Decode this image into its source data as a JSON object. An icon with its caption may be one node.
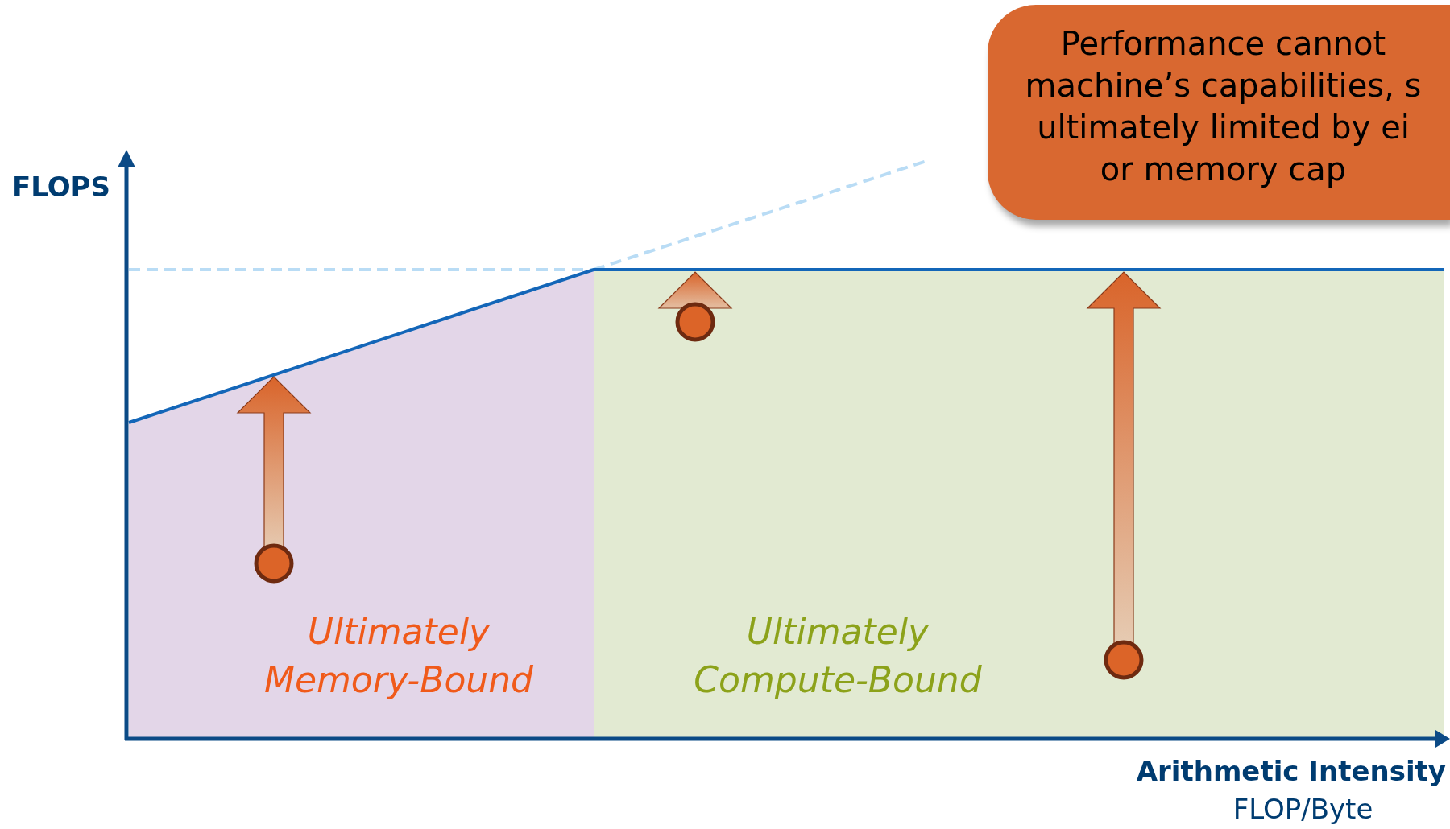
{
  "diagram": {
    "nodes": [
      {
        "text": [
          "Performance cannot machine’s capabilities, s ultimately limited by ei or memory cap"
        ]
      },
      {
        "text": [
          "Ultimately Memory-Bound"
        ]
      },
      {
        "text": [
          "Ultimately Compute-Bound"
        ]
      }
    ],
    "labels": [
      "FLOPS",
      "Arithmetic Intensity",
      "FLOP/Byte"
    ]
  }
}
